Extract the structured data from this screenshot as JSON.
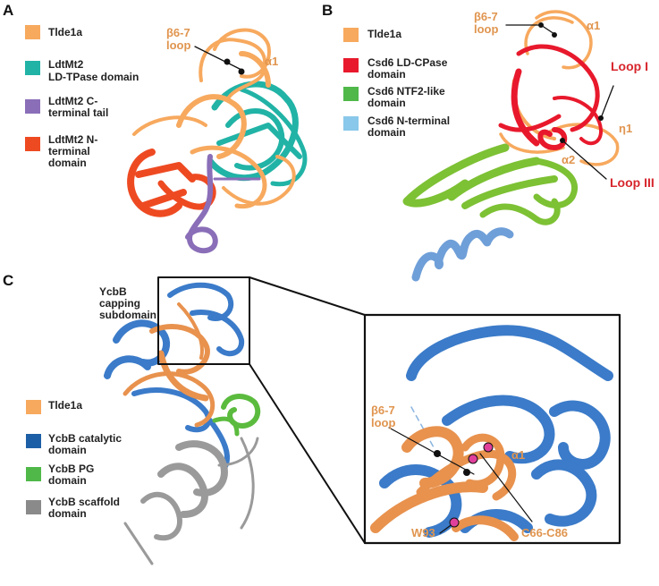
{
  "colors": {
    "tlde1a": "#f7a95e",
    "tlde1a_c": "#e8924e",
    "ldtmt2_ld_tpase": "#21b3a6",
    "ldtmt2_c_tail": "#8a6eb8",
    "ldtmt2_n_term": "#ee4a22",
    "csd6_ld_cpase": "#e8192c",
    "csd6_ntf2": "#4fb849",
    "csd6_n_term": "#89c8ea",
    "ycbb_catalytic": "#1d5fa6",
    "ycbb_pg": "#4fb849",
    "ycbb_scaffold": "#8a8a8a",
    "label_orange": "#e0954f",
    "label_red": "#d7262d"
  },
  "panel_a": {
    "letter": "A",
    "legend": [
      {
        "label": "Tlde1a",
        "color": "#f7a95e"
      },
      {
        "label": "LdtMt2",
        "label2": "LD-TPase domain",
        "color": "#21b3a6"
      },
      {
        "label": "LdtMt2 C-",
        "label2": "terminal tail",
        "color": "#8a6eb8"
      },
      {
        "label": "LdtMt2 N-",
        "label2": "terminal",
        "label3": "domain",
        "color": "#ee4a22"
      }
    ],
    "annotations": {
      "beta_loop_1": "β6-7",
      "beta_loop_2": "loop",
      "alpha1": "α1"
    }
  },
  "panel_b": {
    "letter": "B",
    "legend": [
      {
        "label": "Tlde1a",
        "color": "#f7a95e"
      },
      {
        "label": "Csd6 LD-CPase",
        "label2": "domain",
        "color": "#e8192c"
      },
      {
        "label": "Csd6 NTF2-like",
        "label2": "domain",
        "color": "#4fb849"
      },
      {
        "label": "Csd6 N-terminal",
        "label2": "domain",
        "color": "#89c8ea"
      }
    ],
    "annotations": {
      "beta_loop_1": "β6-7",
      "beta_loop_2": "loop",
      "alpha1": "α1",
      "loop1": "Loop I",
      "eta1": "η1",
      "alpha2": "α2",
      "loop3": "Loop III"
    }
  },
  "panel_c": {
    "letter": "C",
    "capping_label": [
      "YcbB",
      "capping",
      "subdomain"
    ],
    "legend": [
      {
        "label": "Tlde1a",
        "color": "#f7a95e"
      },
      {
        "label": "YcbB catalytic",
        "label2": "domain",
        "color": "#1d5fa6"
      },
      {
        "label": "YcbB PG",
        "label2": "domain",
        "color": "#4fb849"
      },
      {
        "label": "YcbB scaffold",
        "label2": "domain",
        "color": "#8a8a8a"
      }
    ],
    "inset_annotations": {
      "beta_loop_1": "β6-7",
      "beta_loop_2": "loop",
      "alpha1": "α1",
      "w93": "W93",
      "c66_c86": "C66-C86"
    }
  }
}
